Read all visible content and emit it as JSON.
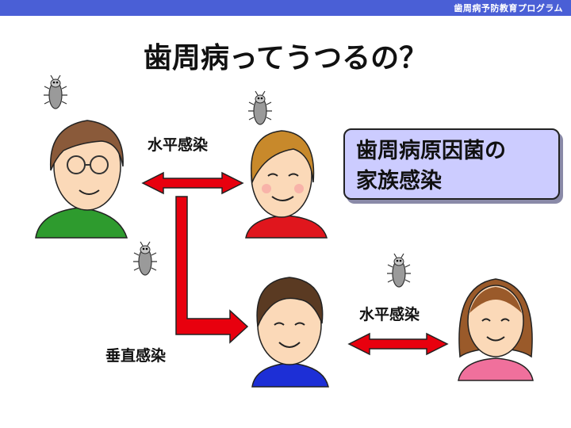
{
  "header": {
    "program_title": "歯周病予防教育プログラム"
  },
  "slide": {
    "title": "歯周病ってうつるの？"
  },
  "labels": {
    "horizontal_top": "水平感染",
    "horizontal_bottom": "水平感染",
    "vertical": "垂直感染"
  },
  "callout": {
    "line1": "歯周病原因菌の",
    "line2": "家族感染"
  },
  "colors": {
    "header_bar": "#4a5fd6",
    "arrow_fill": "#e8000e",
    "callout_bg": "#ccccff",
    "shirt_grandpa": "#2e9b2e",
    "shirt_mother": "#e0161d",
    "shirt_boy": "#1d2fd6",
    "shirt_girl": "#f0709c"
  },
  "people": [
    {
      "role": "grandfather",
      "icon": "grandfather-icon"
    },
    {
      "role": "mother",
      "icon": "mother-icon"
    },
    {
      "role": "child",
      "icon": "child-icon"
    },
    {
      "role": "partner",
      "icon": "partner-icon"
    }
  ]
}
